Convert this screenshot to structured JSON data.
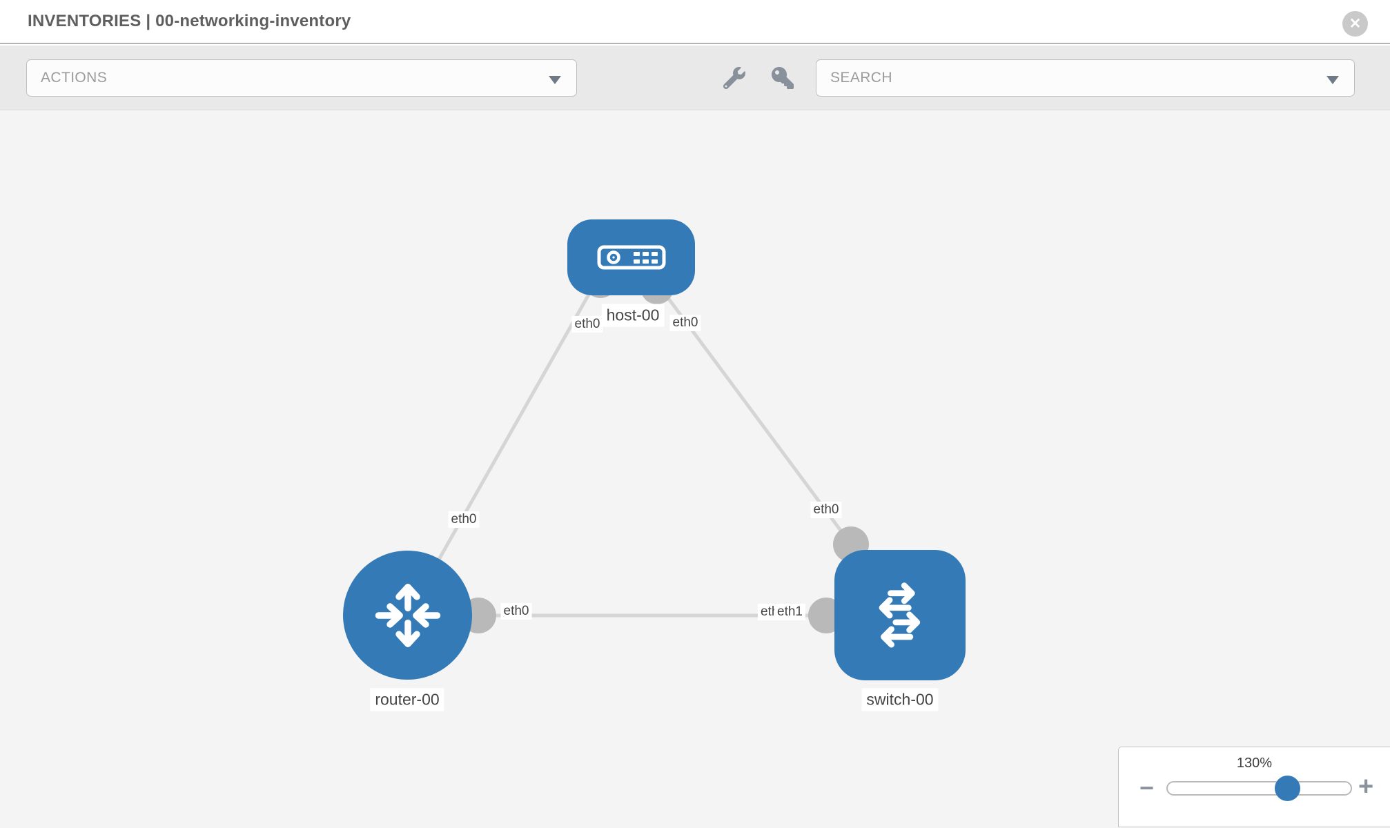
{
  "header": {
    "title": "INVENTORIES | 00-networking-inventory",
    "close_icon": "✕"
  },
  "toolbar": {
    "actions_label": "ACTIONS",
    "search_label": "SEARCH",
    "wrench_icon": "wrench",
    "key_icon": "key"
  },
  "topology": {
    "nodes": [
      {
        "id": "host-00",
        "type": "host",
        "label": "host-00"
      },
      {
        "id": "router-00",
        "type": "router",
        "label": "router-00"
      },
      {
        "id": "switch-00",
        "type": "switch",
        "label": "switch-00"
      }
    ],
    "links": [
      {
        "source": "router-00",
        "target": "host-00",
        "source_port": "eth0",
        "target_port": "eth0"
      },
      {
        "source": "host-00",
        "target": "switch-00",
        "source_port": "eth0",
        "target_port": "eth0"
      },
      {
        "source": "router-00",
        "target": "switch-00",
        "source_port": "eth0",
        "target_ports": [
          "eth0",
          "eth1"
        ]
      }
    ],
    "port_labels": {
      "host_to_router": "eth0",
      "host_to_switch": "eth0",
      "router_to_host": "eth0",
      "switch_to_host": "eth0",
      "router_to_switch": "eth0",
      "switch_to_router_hidden": "eth0",
      "switch_to_router": "eth1"
    }
  },
  "zoom_control": {
    "level": "130%",
    "minus_icon": "−",
    "plus_icon": "+"
  },
  "colors": {
    "node_blue": "#337ab7",
    "link_gray": "#d5d5d5",
    "interface_gray": "#b9b9b9",
    "canvas_bg": "#f4f4f4"
  }
}
